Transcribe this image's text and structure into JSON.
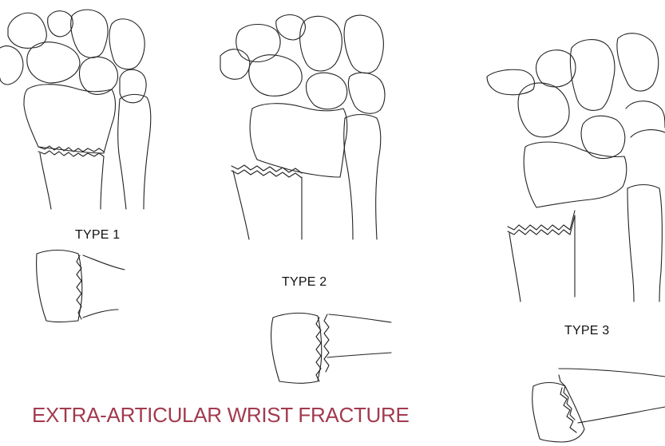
{
  "labels": {
    "type1": "TYPE 1",
    "type2": "TYPE 2",
    "type3": "TYPE 3"
  },
  "caption": {
    "text": "EXTRA-ARTICULAR WRIST FRACTURE",
    "color": "#a23a4e"
  }
}
